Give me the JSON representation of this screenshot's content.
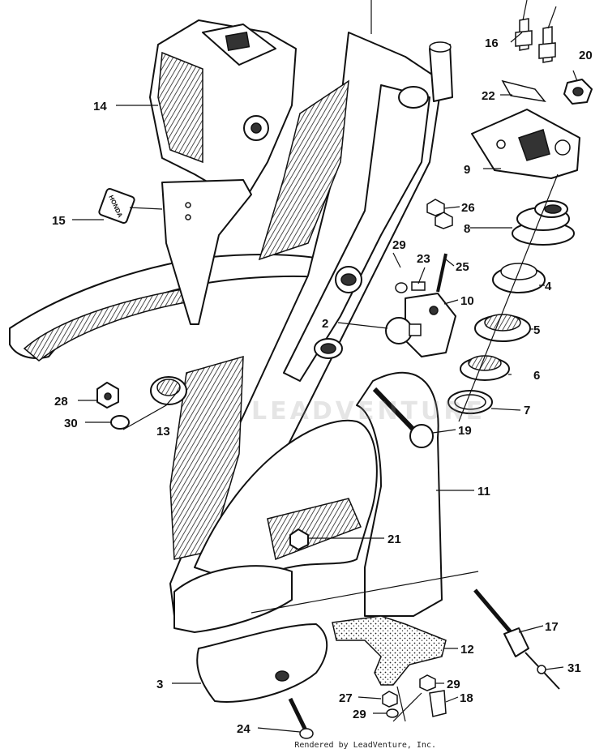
{
  "diagram": {
    "labels": {
      "l2": "2",
      "l3": "3",
      "l4": "4",
      "l5": "5",
      "l6": "6",
      "l7": "7",
      "l8": "8",
      "l9": "9",
      "l10": "10",
      "l11": "11",
      "l12": "12",
      "l13": "13",
      "l14": "14",
      "l15": "15",
      "l16": "16",
      "l17": "17",
      "l18": "18",
      "l19": "19",
      "l20": "20",
      "l21": "21",
      "l22": "22",
      "l23": "23",
      "l24": "24",
      "l25": "25",
      "l26": "26",
      "l27": "27",
      "l28": "28",
      "l29a": "29",
      "l29b": "29",
      "l29c": "29",
      "l30": "30",
      "l31": "31"
    },
    "emblem_text": "HONDA",
    "watermark": "LEADVENTURE",
    "credit": "Rendered by LeadVenture, Inc."
  }
}
